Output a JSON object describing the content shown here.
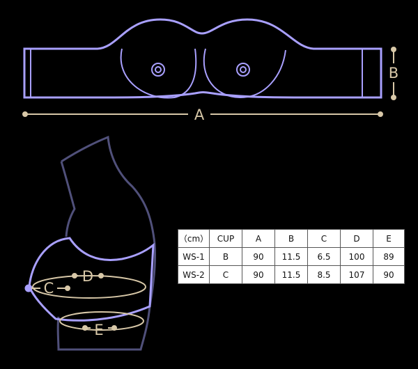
{
  "dimension_labels": {
    "a": "A",
    "b": "B",
    "c": "C",
    "d": "D",
    "e": "E"
  },
  "colors": {
    "outline": "#a9a0ff",
    "dimension": "#d8c8a8",
    "body_outline": "#50507a"
  },
  "size_table": {
    "header": [
      "（cm）",
      "CUP",
      "A",
      "B",
      "C",
      "D",
      "E"
    ],
    "rows": [
      [
        "WS-1",
        "B",
        "90",
        "11.5",
        "6.5",
        "100",
        "89"
      ],
      [
        "WS-2",
        "C",
        "90",
        "11.5",
        "8.5",
        "107",
        "90"
      ]
    ]
  }
}
